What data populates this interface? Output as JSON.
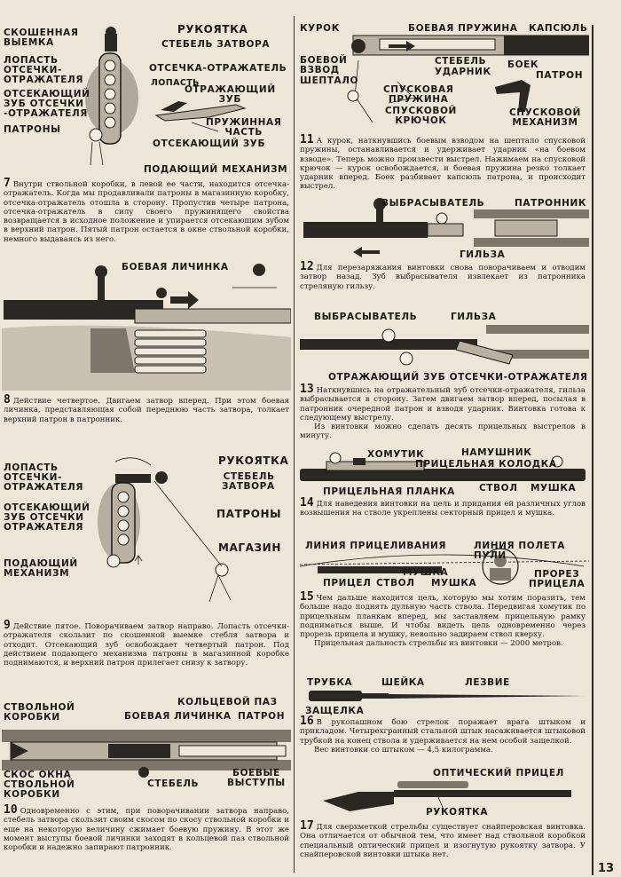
{
  "page_number": "13",
  "left": {
    "fig7": {
      "labels": {
        "skoshennaya": "СКОШЕННАЯ\nВЫЕМКА",
        "lopast": "ЛОПАСТЬ\nОТСЕЧКИ-\nОТРАЖАТЕЛЯ",
        "otsekayushchiy": "ОТСЕКАЮЩИЙ\nЗУБ ОТСЕЧКИ\n-ОТРАЖАТЕЛЯ",
        "patrony": "ПАТРОНЫ",
        "rukoyatka": "РУКОЯТКА",
        "stebel": "СТЕБЕЛЬ ЗАТВОРА",
        "otsechka": "ОТСЕЧКА-ОТРАЖАТЕЛЬ",
        "lopast2": "ЛОПАСТЬ",
        "otrazh_zub": "ОТРАЖАЮЩИЙ\nЗУБ",
        "pruzhinnaya": "ПРУЖИННАЯ\nЧАСТЬ",
        "otsek_zub": "ОТСЕКАЮЩИЙ ЗУБ",
        "podayushchiy": "ПОДАЮЩИЙ МЕХАНИЗМ"
      },
      "num": "7",
      "text": "Внутри ствольной коробки, в левой ее части, находится отсечка-отражатель. Когда мы продавливали патроны в магазинную коробку, отсечка-отражатель отошла в сторону. Пропустив четыре патрона, отсечка-отражатель в силу своего пружинящего свойства возвращается в исходное положение и упирается отсекающим зубом в верхний патрон. Пятый патрон остается в окне ствольной коробки, немного выдаваясь из него."
    },
    "fig8": {
      "labels": {
        "boevaya": "БОЕВАЯ ЛИЧИНКА"
      },
      "num": "8",
      "text": "Действие четвертое. Двигаем затвор вперед. При этом боевая личинка, представляющая собой переднюю часть затвора, толкает верхний патрон в патронник."
    },
    "fig9": {
      "labels": {
        "rukoyatka": "РУКОЯТКА",
        "stebel": "СТЕБЕЛЬ\nЗАТВОРА",
        "lopast": "ЛОПАСТЬ\nОТСЕЧКИ-\nОТРАЖАТЕЛЯ",
        "otsekayushchiy": "ОТСЕКАЮЩИЙ\nЗУБ ОТСЕЧКИ\nОТРАЖАТЕЛЯ",
        "patrony": "ПАТРОНЫ",
        "magazin": "МАГАЗИН",
        "podayushchiy": "ПОДАЮЩИЙ\nМЕХАНИЗМ"
      },
      "num": "9",
      "text": "Действие пятое. Поворачиваем затвор направо. Лопасть отсечки-отражателя скользит по скошенной выемке стебля затвора и отходит. Отсекающий зуб освобождает четвертый патрон. Под действием подающего механизма патроны в магазинной коробке поднимаются, и верхний патрон прилегает снизу к затвору."
    },
    "fig10": {
      "labels": {
        "stvolnoy": "СТВОЛЬНОЙ\nКОРОБКИ",
        "koltsevoy": "КОЛЬЦЕВОЙ ПАЗ",
        "boevaya": "БОЕВАЯ ЛИЧИНКА",
        "patron": "ПАТРОН",
        "skos": "СКОС ОКНА\nСТВОЛЬНОЙ\nКОРОБКИ",
        "stebel": "СТЕБЕЛЬ",
        "vystupy": "БОЕВЫЕ\nВЫСТУПЫ"
      },
      "num": "10",
      "text": "Одновременно с этим, при поворачивании затвора направо, стебель затвора скользит своим скосом по скосу ствольной коробки и еще на некоторую величину сжимает боевую пружину. В этот же момент выступы боевой личинки заходят в кольцевой паз ствольной коробки и надежно запирают патронник."
    }
  },
  "right": {
    "fig11": {
      "labels": {
        "kurok": "КУРОК",
        "boevaya_pr": "БОЕВАЯ ПРУЖИНА",
        "kapsyul": "КАПСЮЛЬ",
        "boevoy_vzvod": "БОЕВОЙ\nВЗВОД",
        "sheptalo": "ШЕПТАЛО",
        "stebel": "СТЕБЕЛЬ",
        "udarnik": "УДАРНИК",
        "boek": "БОЕК",
        "patron": "ПАТРОН",
        "spuskovaya": "СПУСКОВАЯ\nПРУЖИНА",
        "kryuchok": "СПУСКОВОЙ\nКРЮЧОК",
        "mekhanizm": "СПУСКОВОЙ\nМЕХАНИЗМ"
      },
      "num": "11",
      "text": "А курок, наткнувшись боевым взводом на шептало спусковой пружины, останавливается и удерживает ударник «на боевом взводе». Теперь можно произвести выстрел. Нажимаем на спусковой крючок — курок освобождается, и боевая пружина резко толкает ударник вперед. Боек разбивает капсюль патрона, и происходит выстрел."
    },
    "fig12": {
      "labels": {
        "vybrasyvatel": "ВЫБРАСЫВАТЕЛЬ",
        "patronnik": "ПАТРОННИК",
        "gilza": "ГИЛЬЗА"
      },
      "num": "12",
      "text": "Для перезаряжания винтовки снова поворачиваем и отводим затвор назад. Зуб выбрасывателя извлекает из патронника стреляную гильзу."
    },
    "fig13": {
      "labels": {
        "vybrasyvatel": "ВЫБРАСЫВАТЕЛЬ",
        "gilza": "ГИЛЬЗА",
        "otrazh": "ОТРАЖАЮЩИЙ ЗУБ ОТСЕЧКИ-ОТРАЖАТЕЛЯ"
      },
      "num": "13",
      "text1": "Наткнувшись на отражательный зуб отсечки-отражателя, гильза выбрасывается в сторону. Затем двигаем затвор вперед, посылая в патронник очередной патрон и взводя ударник. Винтовка готова к следующему выстрелу.",
      "text2": "Из винтовки можно сделать десять прицельных выстрелов в минуту."
    },
    "fig14": {
      "labels": {
        "khomutik": "ХОМУТИК",
        "namushnik": "НАМУШНИК",
        "kolodka": "ПРИЦЕЛЬНАЯ КОЛОДКА",
        "planka": "ПРИЦЕЛЬНАЯ ПЛАНКА",
        "stvol": "СТВОЛ",
        "mushka": "МУШКА"
      },
      "num": "14",
      "text": "Для наведения винтовки на цель и придания ей различных углов возвышения на стволе укреплены секторный прицел и мушка."
    },
    "fig15": {
      "labels": {
        "liniya_pric": "ЛИНИЯ ПРИЦЕЛИВАНИЯ",
        "liniya_poleta": "ЛИНИЯ ПОЛЕТА\nПУЛИ",
        "mushka": "МУШКА",
        "pricel": "ПРИЦЕЛ",
        "stvol": "СТВОЛ",
        "mushka2": "МУШКА",
        "prorez": "ПРОРЕЗ\nПРИЦЕЛА"
      },
      "num": "15",
      "text1": "Чем дальше находится цель, которую мы хотим поразить, тем больше надо поднять дульную часть ствола. Передвигая хомутик по прицельным планкам вперед, мы заставляем прицельную рамку подниматься выше. И чтобы видеть цель одновременно через прорезь прицела и мушку, невольно задираем ствол кверху.",
      "text2": "Прицельная дальность стрельбы из винтовки — 2000 метров."
    },
    "fig16": {
      "labels": {
        "trubka": "ТРУБКА",
        "sheyka": "ШЕЙКА",
        "lezvie": "ЛЕЗВИЕ",
        "zashchelka": "ЗАЩЕЛКА"
      },
      "num": "16",
      "text1": "В рукопашном бою стрелок поражает врага штыком и прикладом. Четырехгранный стальной штык насаживается штыковой трубкой на конец ствола и удерживается на нем особой защелкой.",
      "text2": "Вес винтовки со штыком — 4,5 килограмма."
    },
    "fig17": {
      "labels": {
        "opticheskiy": "ОПТИЧЕСКИЙ ПРИЦЕЛ",
        "rukoyatka": "РУКОЯТКА"
      },
      "num": "17",
      "text": "Для сверхметкой стрельбы существует снайперовская винтовка. Она отличается от обычной тем, что имеет над ствольной коробкой специальный оптический прицел и изогнутую рукоятку затвора. У снайперовской винтовки штыка нет."
    }
  }
}
